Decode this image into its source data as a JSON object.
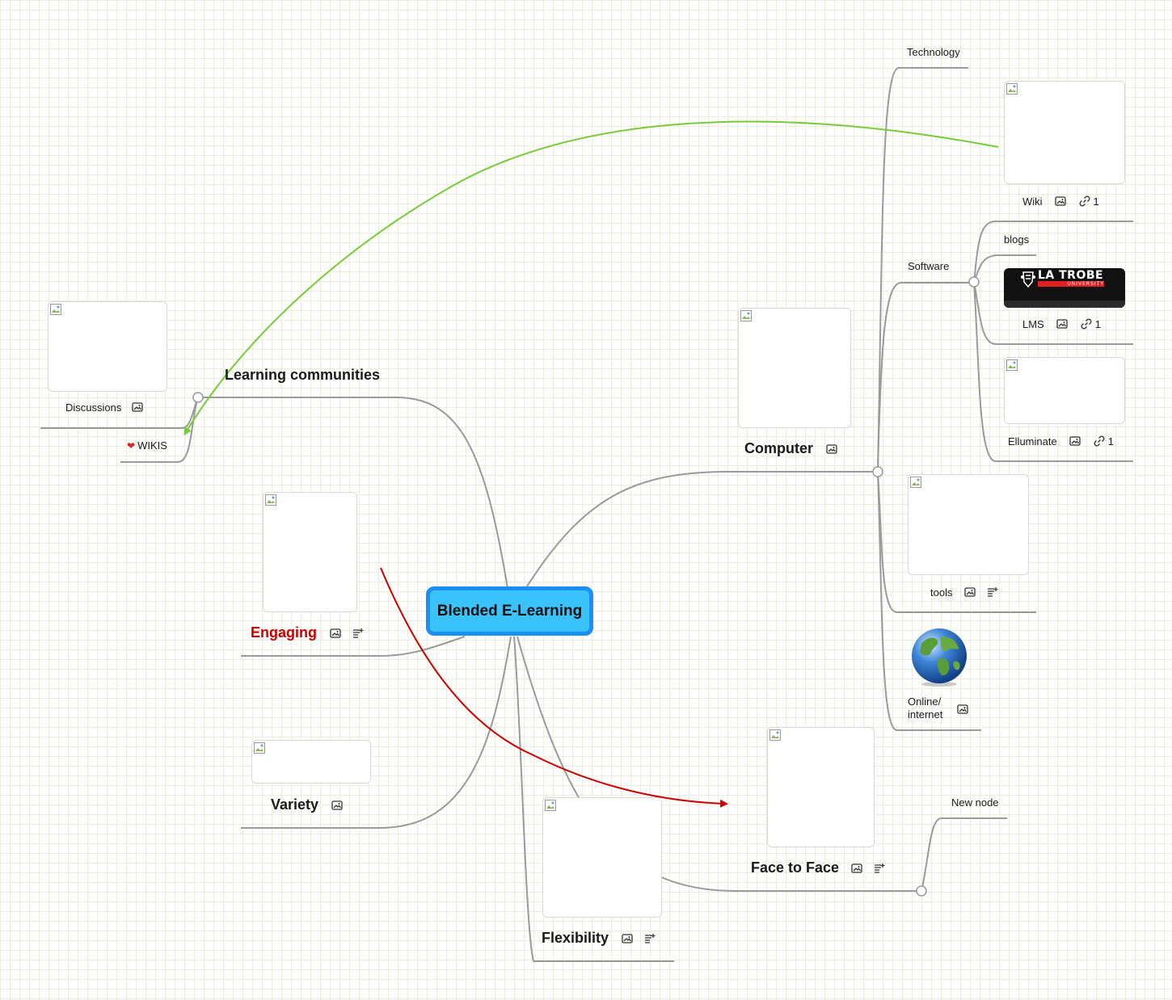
{
  "root": {
    "label": "Blended E-Learning"
  },
  "nodes": {
    "learning_communities": {
      "label": "Learning communities"
    },
    "discussions": {
      "label": "Discussions"
    },
    "wikis": {
      "label": "WIKIS"
    },
    "engaging": {
      "label": "Engaging",
      "color": "#cc0000"
    },
    "variety": {
      "label": "Variety"
    },
    "flexibility": {
      "label": "Flexibility"
    },
    "computer": {
      "label": "Computer"
    },
    "technology": {
      "label": "Technology"
    },
    "wiki": {
      "label": "Wiki",
      "link_count": "1"
    },
    "software": {
      "label": "Software"
    },
    "blogs": {
      "label": "blogs"
    },
    "lms": {
      "label": "LMS",
      "link_count": "1"
    },
    "elluminate": {
      "label": "Elluminate",
      "link_count": "1"
    },
    "tools": {
      "label": "tools"
    },
    "online_internet": {
      "label_line1": "Online/",
      "label_line2": "internet"
    },
    "face_to_face": {
      "label": "Face to Face"
    },
    "new_node": {
      "label": "New node"
    }
  },
  "logo": {
    "line1": "LA TROBE",
    "line2": "UNIVERSITY"
  },
  "colors": {
    "branch": "#9a9a9a",
    "root_fill": "#3ac2fb",
    "root_border": "#1e8ff2",
    "relation_green": "#77cc3a",
    "relation_red": "#cc0000"
  },
  "icons": [
    "image-icon",
    "link-icon",
    "notes-icon",
    "heart-icon",
    "broken-image-icon",
    "globe-icon"
  ]
}
